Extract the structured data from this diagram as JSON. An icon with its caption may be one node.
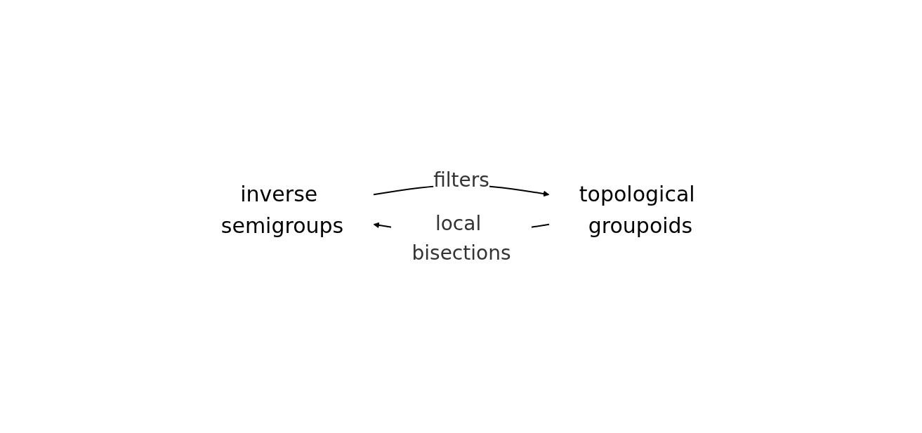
{
  "diagram": {
    "nodes": [
      {
        "text": [
          "inverse semigroups"
        ]
      },
      {
        "text": [
          "topological groupoids"
        ]
      }
    ],
    "edges": [
      {
        "from": 0,
        "to": 1,
        "arrow": "to",
        "label": "filters"
      },
      {
        "from": 1,
        "to": 0,
        "arrow": "to",
        "label": "local bisections"
      }
    ]
  }
}
